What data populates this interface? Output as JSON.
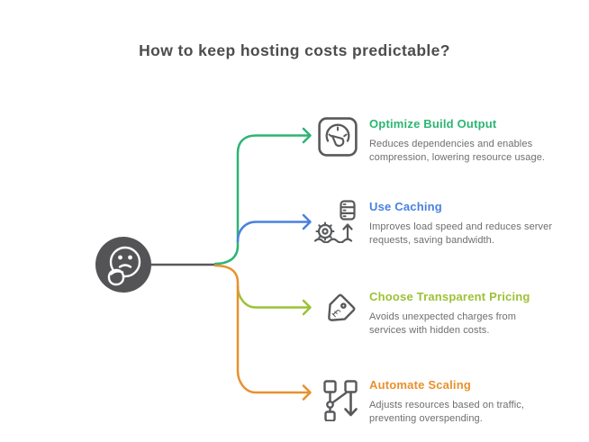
{
  "title": "How to keep hosting costs predictable?",
  "center": {
    "icon": "thinking-face-icon"
  },
  "items": [
    {
      "heading": "Optimize Build Output",
      "description": "Reduces dependencies and enables compression, lowering resource usage.",
      "color": "#2bb573",
      "icon": "gauge-icon"
    },
    {
      "heading": "Use Caching",
      "description": "Improves load speed and reduces server requests, saving bandwidth.",
      "color": "#4a80e1",
      "icon": "database-caching-icon"
    },
    {
      "heading": "Choose Transparent Pricing",
      "description": "Avoids unexpected charges from services with hidden costs.",
      "color": "#9cc234",
      "icon": "price-tag-icon",
      "symbol": "£"
    },
    {
      "heading": "Automate Scaling",
      "description": "Adjusts resources based on traffic, preventing overspending.",
      "color": "#e8912d",
      "icon": "scaling-icon"
    }
  ],
  "colors": {
    "background": "#ffffff",
    "title": "#4d4d4f",
    "description": "#6d6e71",
    "icon_gray": "#58595b",
    "center_circle": "#545457",
    "connector_gray": "#58595b"
  }
}
